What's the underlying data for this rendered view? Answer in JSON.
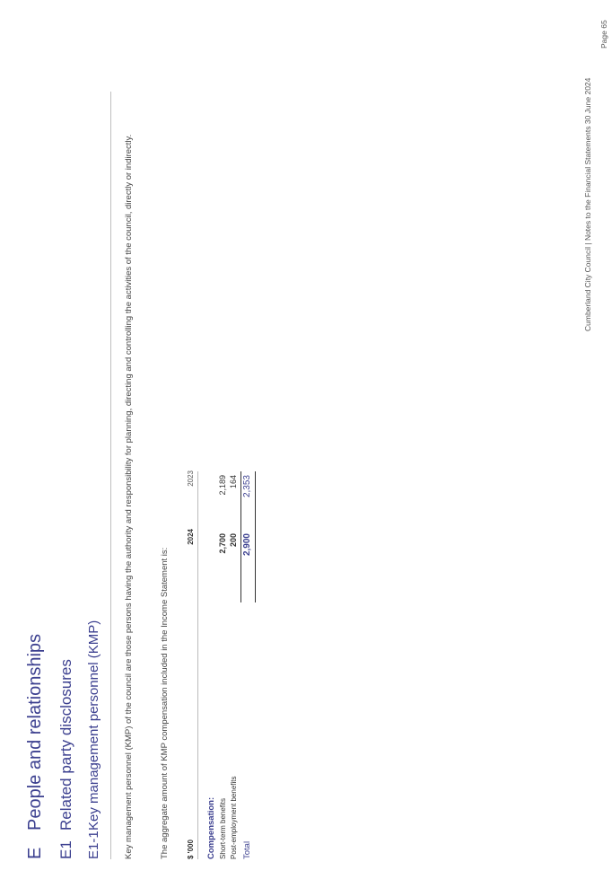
{
  "header": {
    "running_title": "Cumberland City Council | Notes to the Financial Statements 30 June 2024",
    "page_number": "Page 65"
  },
  "headings": {
    "section": {
      "code": "E",
      "title": "People and relationships"
    },
    "subsection": {
      "code": "E1",
      "title": "Related party disclosures"
    },
    "note": {
      "code": "E1-1",
      "title": "Key management personnel (KMP)"
    }
  },
  "body": {
    "definition": "Key management personnel (KMP) of the council are those persons having the authority and responsibility for planning, directing and controlling the activities of the council, directly or indirectly.",
    "aggregate_intro": "The aggregate amount of KMP compensation included in the Income Statement is:"
  },
  "table": {
    "unit_label": "$ '000",
    "col_current": "2024",
    "col_prior": "2023",
    "section_label": "Compensation:",
    "rows": [
      {
        "label": "Short-term benefits",
        "current": "2,700",
        "prior": "2,189"
      },
      {
        "label": "Post-employment benefits",
        "current": "200",
        "prior": "164"
      }
    ],
    "total": {
      "label": "Total",
      "current": "2,900",
      "prior": "2,353"
    }
  }
}
